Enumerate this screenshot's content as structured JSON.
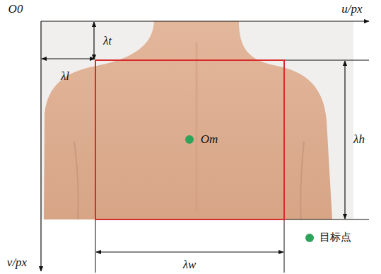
{
  "diagram": {
    "labels": [
      "O0",
      "u/px",
      "v/px",
      "λt",
      "λl",
      "λh",
      "λw",
      "Om"
    ],
    "legend": [
      {
        "text": "目标点",
        "color": "#2ea35a"
      }
    ]
  }
}
